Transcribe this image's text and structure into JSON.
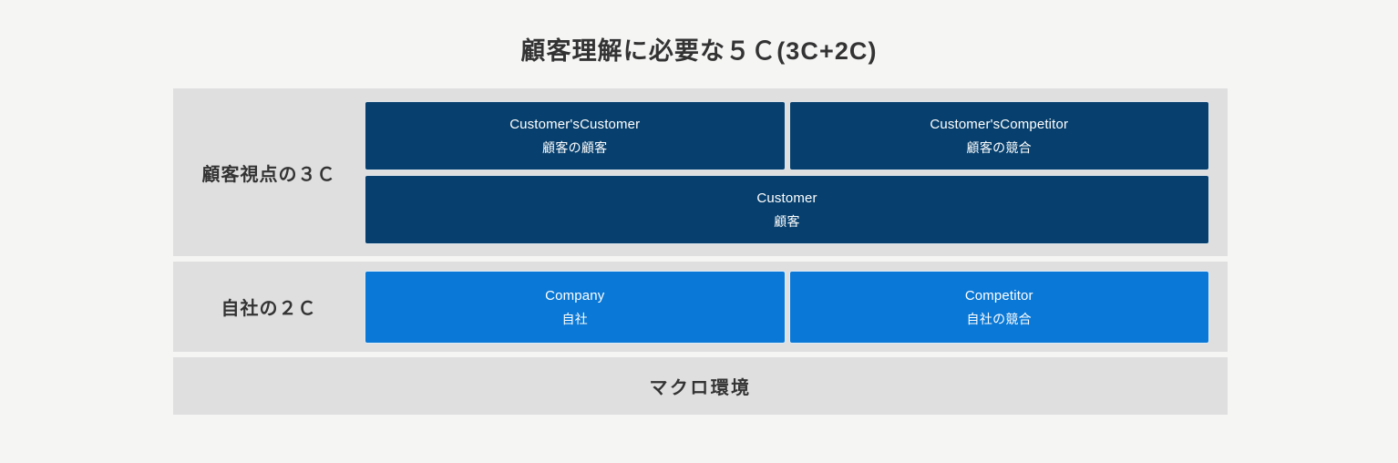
{
  "title": "顧客理解に必要な５Ｃ(3C+2C)",
  "colors": {
    "background": "#f5f5f4",
    "band": "#dfdfdf",
    "dark_blue": "#07406e",
    "light_blue": "#0a78d6",
    "text": "#333333",
    "box_text": "#ffffff"
  },
  "rows": [
    {
      "label": "顧客視点の３Ｃ",
      "boxes": [
        {
          "en": "Customer'sCustomer",
          "ja": "顧客の顧客",
          "style": "dark"
        },
        {
          "en": "Customer'sCompetitor",
          "ja": "顧客の競合",
          "style": "dark"
        },
        {
          "en": "Customer",
          "ja": "顧客",
          "style": "dark"
        }
      ]
    },
    {
      "label": "自社の２Ｃ",
      "boxes": [
        {
          "en": "Company",
          "ja": "自社",
          "style": "light"
        },
        {
          "en": "Competitor",
          "ja": "自社の競合",
          "style": "light"
        }
      ]
    }
  ],
  "macro": {
    "label": "マクロ環境"
  }
}
